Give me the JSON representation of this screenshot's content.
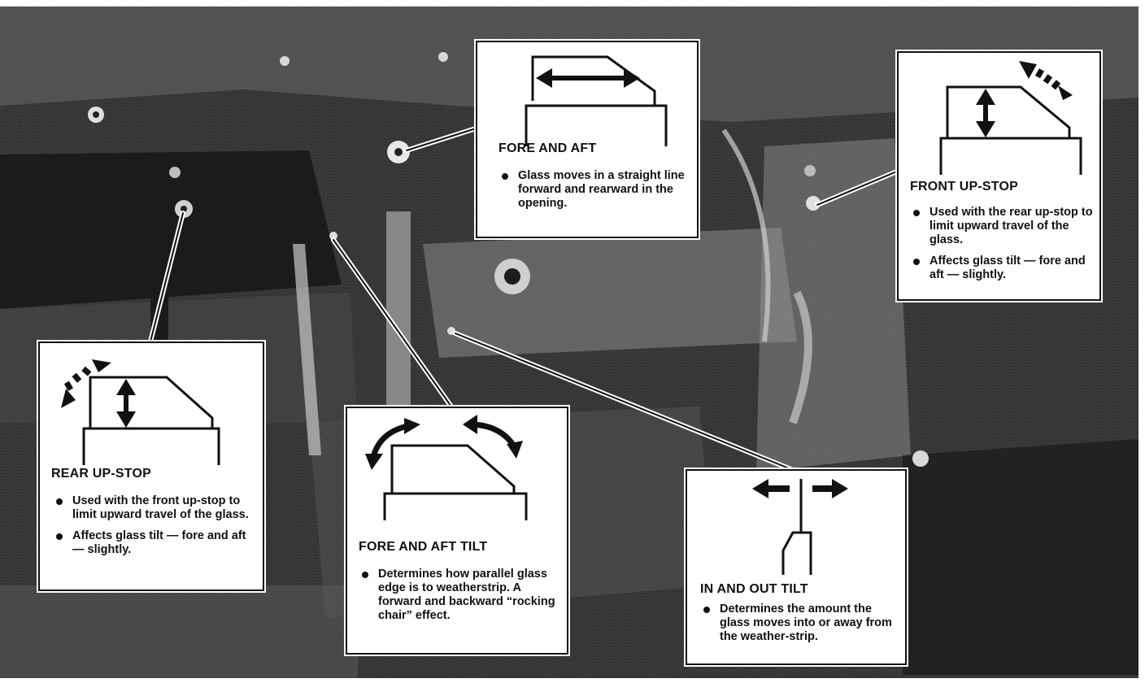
{
  "callouts": {
    "fore_aft": {
      "title": "FORE AND AFT",
      "bullets": [
        "Glass moves in a straight line forward and rearward in the opening."
      ]
    },
    "front_upstop": {
      "title": "FRONT UP-STOP",
      "bullets": [
        "Used with the rear up-stop to limit upward travel of the glass.",
        "Affects glass tilt — fore and aft — slightly."
      ]
    },
    "rear_upstop": {
      "title": "REAR UP-STOP",
      "bullets": [
        "Used with the front up-stop to limit upward travel of the glass.",
        "Affects glass tilt — fore and aft — slightly."
      ]
    },
    "fore_aft_tilt": {
      "title": "FORE AND AFT TILT",
      "bullets": [
        "Determines how parallel glass edge is to weatherstrip. A forward and backward “rocking chair” effect."
      ]
    },
    "in_out_tilt": {
      "title": "IN AND OUT TILT",
      "bullets": [
        "Determines the amount the glass moves into or away from the weather-strip."
      ]
    }
  }
}
